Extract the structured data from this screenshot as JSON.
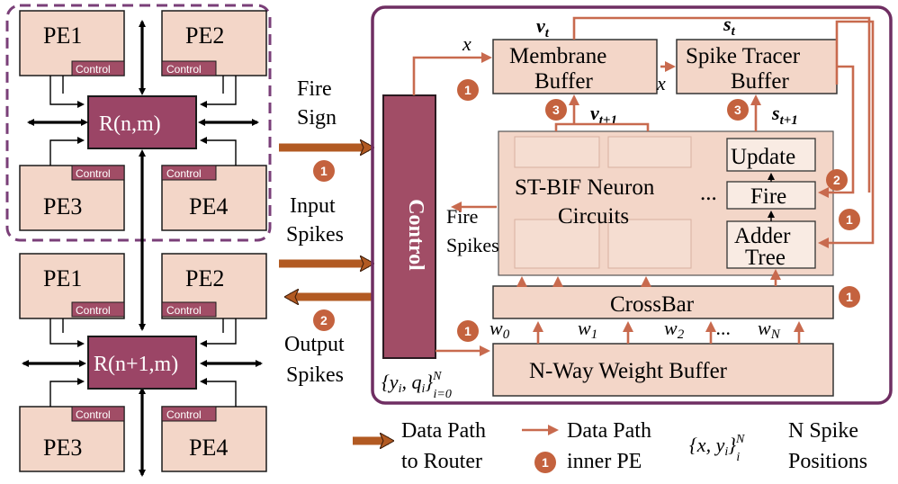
{
  "left": {
    "pe1": "PE1",
    "pe2": "PE2",
    "pe3": "PE3",
    "pe4": "PE4",
    "control_tag": "Control",
    "router_top": "R(n,m)",
    "router_bottom": "R(n+1,m)"
  },
  "io": {
    "fire_sign_1": "Fire",
    "fire_sign_2": "Sign",
    "input_1": "Input",
    "input_2": "Spikes",
    "output_1": "Output",
    "output_2": "Spikes"
  },
  "pe": {
    "control": "Control",
    "membrane_1": "Membrane",
    "membrane_2": "Buffer",
    "tracer_1": "Spike Tracer",
    "tracer_2": "Buffer",
    "neuron_1": "ST-BIF Neuron",
    "neuron_2": "Circuits",
    "ellipsis": "...",
    "update": "Update",
    "fire": "Fire",
    "adder_1": "Adder",
    "adder_2": "Tree",
    "fire_spikes_1": "Fire",
    "fire_spikes_2": "Spikes",
    "crossbar": "CrossBar",
    "weight_buffer": "N-Way Weight Buffer",
    "math": {
      "v_t": "v",
      "v_t_sub": "t",
      "s_t": "s",
      "s_t_sub": "t",
      "v_t1": "v",
      "v_t1_sub": "t+1",
      "s_t1": "s",
      "s_t1_sub": "t+1",
      "x": "x",
      "w0": "w",
      "w0_sub": "0",
      "w1": "w",
      "w1_sub": "1",
      "w2": "w",
      "w2_sub": "2",
      "wdots": "...",
      "wN": "w",
      "wN_sub": "N",
      "yq": "{y",
      "yq_sub_i": "i",
      "yq_mid": ", q",
      "yq_end": "}",
      "yq_sup": "N",
      "yq_sub": "i=0"
    }
  },
  "legend": {
    "router_path_1": "Data Path",
    "router_path_2": "to Router",
    "inner_path_1": "Data Path",
    "inner_path_2": "inner PE",
    "math_open": "{x, y",
    "math_sub_i": "i",
    "math_close": "}",
    "math_sup": "N",
    "math_sub": "i",
    "spike_1": "N Spike",
    "spike_2": "Positions"
  },
  "steps": {
    "one": "1",
    "two": "2",
    "three": "3"
  },
  "colors": {
    "router": "#9b4566",
    "pe_fill": "#f3d6c8",
    "orange_path": "#c86a4e",
    "router_path": "#b25a22"
  }
}
